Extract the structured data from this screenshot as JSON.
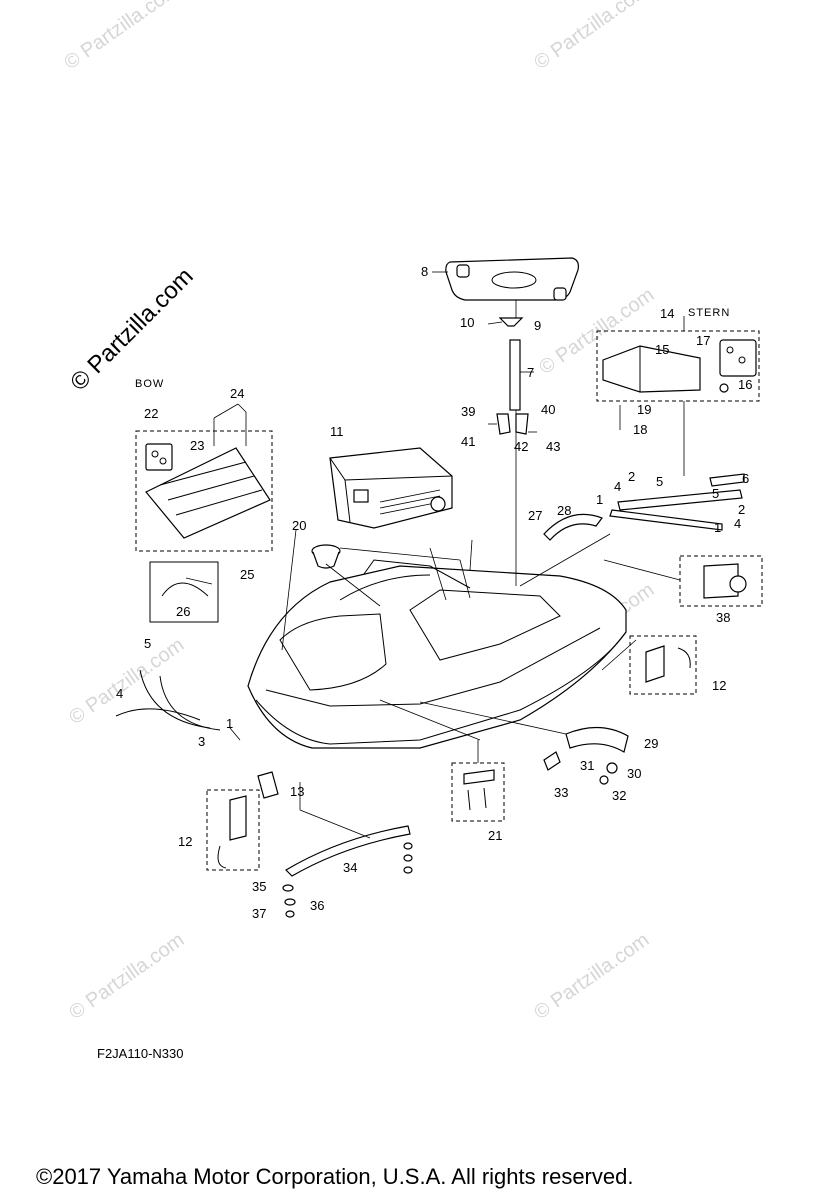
{
  "sections": {
    "bow": "BOW",
    "stern": "STERN"
  },
  "drawing_code": "F2JA110-N330",
  "copyright": "©2017  Yamaha Motor Corporation, U.S.A. All rights reserved.",
  "watermark": "© Partzilla.com",
  "callouts": [
    "1",
    "1",
    "1",
    "2",
    "2",
    "3",
    "4",
    "4",
    "4",
    "5",
    "5",
    "5",
    "6",
    "7",
    "8",
    "9",
    "10",
    "11",
    "12",
    "12",
    "13",
    "14",
    "15",
    "16",
    "17",
    "18",
    "19",
    "20",
    "21",
    "22",
    "23",
    "24",
    "25",
    "26",
    "27",
    "28",
    "29",
    "30",
    "31",
    "32",
    "33",
    "34",
    "35",
    "36",
    "37",
    "38",
    "39",
    "40",
    "41",
    "42",
    "43"
  ]
}
